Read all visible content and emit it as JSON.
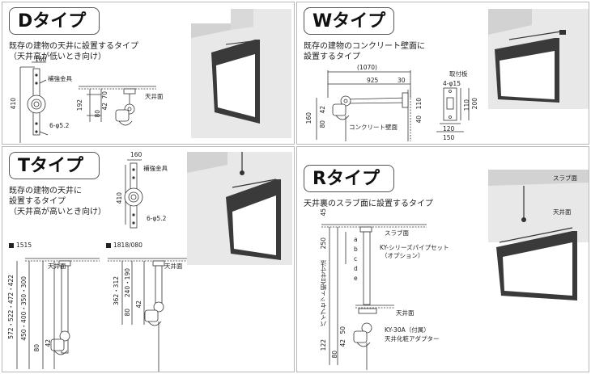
{
  "d_type": {
    "title": "Dタイプ",
    "description": "既存の建物の天井に設置するタイプ\n（天井高が低いとき向け）",
    "dims": {
      "w160": "160",
      "h410": "410",
      "h192": "192",
      "d70": "70",
      "d42": "42",
      "d80": "80",
      "hole": "6-φ5.2"
    },
    "labels": {
      "reinforce": "補強金具",
      "ceiling": "天井面"
    }
  },
  "w_type": {
    "title": "Wタイプ",
    "description": "既存の建物のコンクリート壁面に\n設置するタイプ",
    "dims": {
      "d1070": "(1070)",
      "d925": "925",
      "d30": "30",
      "h160": "160",
      "h80": "80",
      "h42": "42",
      "h40": "40",
      "h110a": "110",
      "h110b": "110",
      "h200": "200",
      "w120": "120",
      "w150": "150",
      "hole": "4-φ15"
    },
    "labels": {
      "mount_plate": "取付板",
      "wall": "コンクリート壁面"
    }
  },
  "t_type": {
    "title": "Tタイプ",
    "description": "既存の建物の天井に\n設置するタイプ\n（天井高が高いとき向け）",
    "dims": {
      "w160": "160",
      "h410": "410",
      "hole": "6-φ5.2",
      "h_a": "572・522・472・422",
      "h_b": "450・400・350・300",
      "d80": "80",
      "d42": "42",
      "h_c": "362・312",
      "h_d": "240・190",
      "d42b": "42",
      "d80b": "80"
    },
    "labels": {
      "reinforce": "補強金具",
      "model_a": "1515",
      "model_b": "1818/080",
      "ceiling_a": "天井面",
      "ceiling_b": "天井面"
    }
  },
  "r_type": {
    "title": "Rタイプ",
    "description": "天井裏のスラブ面に設置するタイプ",
    "dims": {
      "d45": "45",
      "d250": "250",
      "d50": "50",
      "d42": "42",
      "d80": "80",
      "d122": "122"
    },
    "letters": [
      "a",
      "b",
      "c",
      "d",
      "e"
    ],
    "labels": {
      "slab": "スラブ面",
      "pipe_set": "KY-シリーズパイプセット",
      "option": "（オプション）",
      "ceiling": "天井面",
      "ky30a": "KY-30A（付属）",
      "adapter": "天井化粧アダプター",
      "pipe_side": "パイプセット組合せ寸法",
      "slab_photo": "スラブ面",
      "ceiling_photo": "天井面"
    }
  },
  "colors": {
    "line": "#333333",
    "screen_frame": "#3a3a3a",
    "screen_face": "#ffffff",
    "wall": "#e6e6e6",
    "border": "#b8b8b8"
  }
}
